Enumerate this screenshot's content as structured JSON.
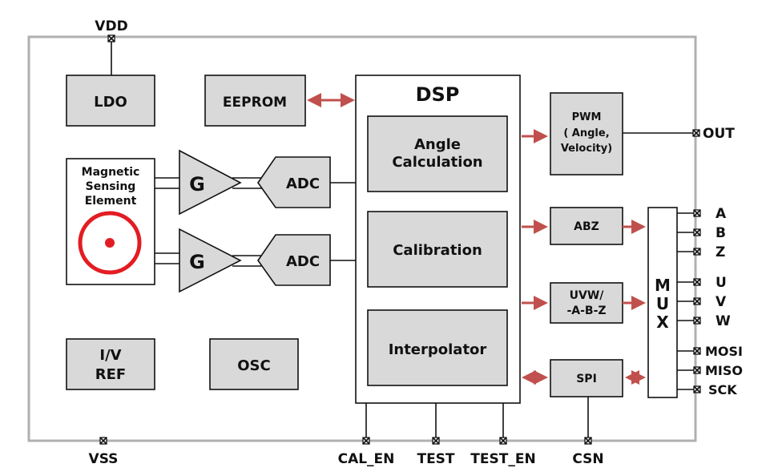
{
  "pins": {
    "vdd": "VDD",
    "vss": "VSS",
    "out": "OUT",
    "a": "A",
    "b": "B",
    "z": "Z",
    "u": "U",
    "v": "V",
    "w": "W",
    "mosi": "MOSI",
    "miso": "MISO",
    "sck": "SCK",
    "cal_en": "CAL_EN",
    "test": "TEST",
    "test_en": "TEST_EN",
    "csn": "CSN"
  },
  "blocks": {
    "ldo": "LDO",
    "eeprom": "EEPROM",
    "dsp": "DSP",
    "angle_calc": [
      "Angle",
      "Calculation"
    ],
    "calibration": "Calibration",
    "interpolator": "Interpolator",
    "pwm": [
      "PWM",
      "( Angle,",
      "Velocity)"
    ],
    "abz": "ABZ",
    "uvw": [
      "UVW/",
      "-A-B-Z"
    ],
    "spi": "SPI",
    "mux": [
      "M",
      "U",
      "X"
    ],
    "sensor": [
      "Magnetic",
      "Sensing",
      "Element"
    ],
    "gain": "G",
    "adc": "ADC",
    "iv_ref": [
      "I/V",
      "REF"
    ],
    "osc": "OSC"
  },
  "colors": {
    "block_fill": "#d9d9d9",
    "outline": "#111111",
    "accent_red": "#c0504d",
    "sensor_red": "#e31c23",
    "chip_border": "#b0b0b0"
  }
}
